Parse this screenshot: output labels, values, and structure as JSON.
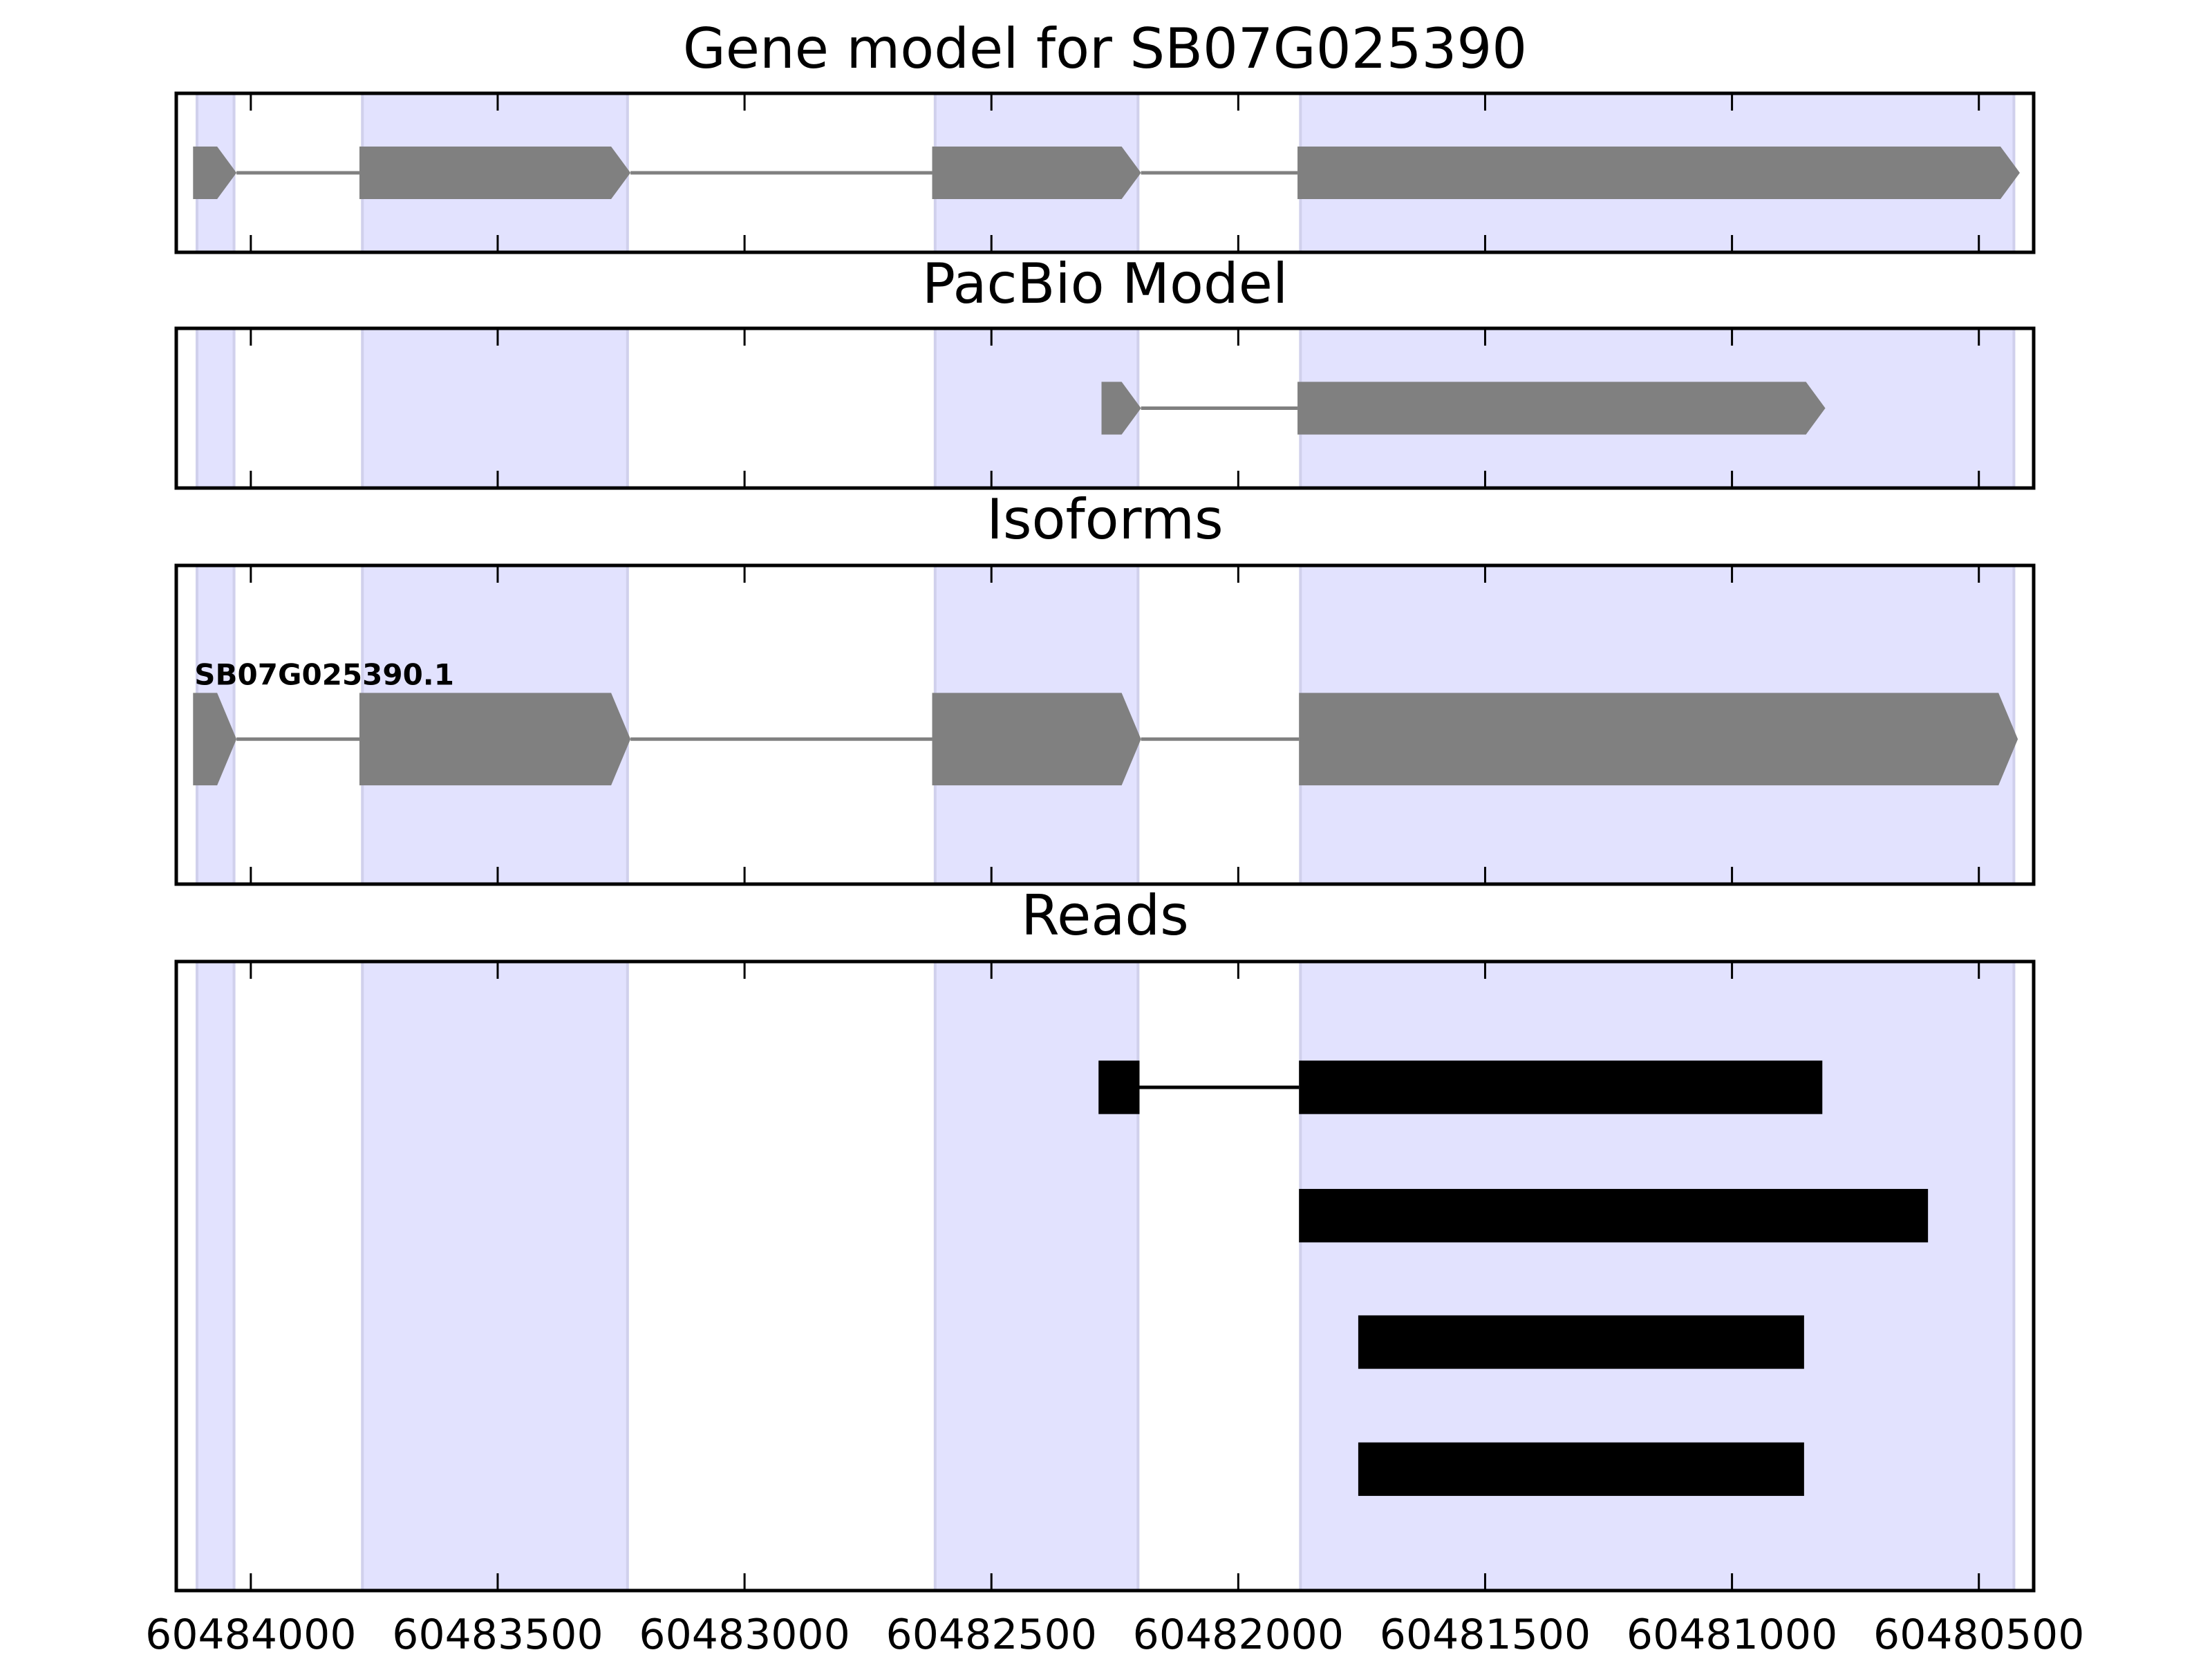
{
  "chart_data": {
    "type": "gene-track",
    "xlim": [
      60484151,
      60480389
    ],
    "x_reversed": true,
    "x_ticks": [
      60484000,
      60483500,
      60483000,
      60482500,
      60482000,
      60481500,
      60481000,
      60480500
    ],
    "x_tick_labels": [
      "60484000",
      "60483500",
      "60483000",
      "60482500",
      "60482000",
      "60481500",
      "60481000",
      "60480500"
    ],
    "highlight_bands": [
      [
        60484109,
        60484034
      ],
      [
        60483774,
        60483237
      ],
      [
        60482614,
        60482203
      ],
      [
        60481874,
        60480429
      ]
    ],
    "colors": {
      "band": "#e2e2fe",
      "band_edge": "#d0d0ec",
      "feature": "#808080",
      "read": "#000000",
      "intron": "#808080"
    },
    "panels": [
      {
        "title": "Gene model for SB07G025390",
        "style": "gene",
        "features": [
          {
            "exons": [
              [
                60484117,
                60484029
              ],
              [
                60483780,
                60483231
              ],
              [
                60482620,
                60482197
              ],
              [
                60481880,
                60480417
              ]
            ]
          }
        ]
      },
      {
        "title": "PacBio Model",
        "style": "gene",
        "features": [
          {
            "exons": [
              [
                60482277,
                60482197
              ],
              [
                60481880,
                60480811
              ]
            ]
          }
        ]
      },
      {
        "title": "Isoforms",
        "style": "gene",
        "features": [
          {
            "label": "SB07G025390.1",
            "exons": [
              [
                60484117,
                60484029
              ],
              [
                60483780,
                60483231
              ],
              [
                60482620,
                60482197
              ],
              [
                60481877,
                60480421
              ]
            ]
          }
        ]
      },
      {
        "title": "Reads",
        "style": "read",
        "features": [
          {
            "exons": [
              [
                60482283,
                60482200
              ],
              [
                60481877,
                60480817
              ]
            ]
          },
          {
            "exons": [
              [
                60481877,
                60480603
              ]
            ]
          },
          {
            "exons": [
              [
                60481757,
                60480854
              ]
            ]
          },
          {
            "exons": [
              [
                60481757,
                60480854
              ]
            ]
          }
        ]
      }
    ]
  }
}
